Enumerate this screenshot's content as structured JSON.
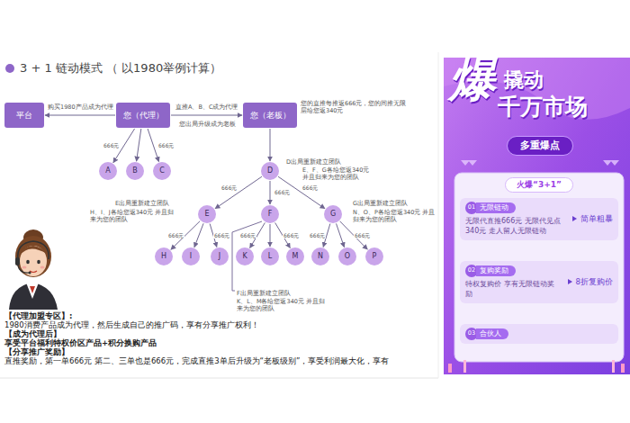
{
  "diagram": {
    "title": "3 + 1 链动模式 （ 以1980举例计算）",
    "nodes": [
      {
        "text": [
          "平台"
        ]
      },
      {
        "text": [
          "您（代理）"
        ]
      },
      {
        "text": [
          "您（老板）"
        ]
      },
      {
        "text": [
          "A"
        ]
      },
      {
        "text": [
          "B"
        ]
      },
      {
        "text": [
          "C"
        ]
      },
      {
        "text": [
          "D"
        ]
      },
      {
        "text": [
          "E"
        ]
      },
      {
        "text": [
          "F"
        ]
      },
      {
        "text": [
          "G"
        ]
      },
      {
        "text": [
          "H"
        ]
      },
      {
        "text": [
          "I"
        ]
      },
      {
        "text": [
          "J"
        ]
      },
      {
        "text": [
          "K"
        ]
      },
      {
        "text": [
          "L"
        ]
      },
      {
        "text": [
          "M"
        ]
      },
      {
        "text": [
          "N"
        ]
      },
      {
        "text": [
          "O"
        ]
      },
      {
        "text": [
          "P"
        ]
      },
      {
        "text": [
          "多重爆点"
        ]
      },
      {
        "text": [
          "火爆“3+1”"
        ]
      },
      {
        "text": [
          "01",
          "无限链动",
          "无限代直推666元 无限代见点340元 走人留人无限链动",
          "简单粗暴"
        ]
      },
      {
        "text": [
          "02",
          "复购奖励",
          "特权复购价 享有无限链动奖励",
          "8折复购价"
        ]
      },
      {
        "text": [
          "03",
          "合伙人"
        ]
      }
    ],
    "edges": [
      {
        "from": 1,
        "to": 0,
        "arrow": "to",
        "label": "购买1980产品成为代理"
      },
      {
        "from": 1,
        "to": 2,
        "arrow": "to",
        "label": "直推A、B、C成为代理"
      },
      {
        "from": 1,
        "to": 3,
        "arrow": "to",
        "label": "666元"
      },
      {
        "from": 1,
        "to": 4,
        "arrow": "to"
      },
      {
        "from": 1,
        "to": 5,
        "arrow": "to",
        "label": "666元"
      },
      {
        "from": 2,
        "to": 6,
        "arrow": "to"
      },
      {
        "from": 6,
        "to": 7,
        "arrow": "to",
        "label": "666元"
      },
      {
        "from": 6,
        "to": 8,
        "arrow": "to",
        "label": "666元"
      },
      {
        "from": 6,
        "to": 9,
        "arrow": "to",
        "label": "666元"
      },
      {
        "from": 7,
        "to": 10,
        "arrow": "to",
        "label": "666元"
      },
      {
        "from": 7,
        "to": 11,
        "arrow": "to"
      },
      {
        "from": 7,
        "to": 12,
        "arrow": "to",
        "label": "666元"
      },
      {
        "from": 8,
        "to": 13,
        "arrow": "to",
        "label": "666元"
      },
      {
        "from": 8,
        "to": 14,
        "arrow": "to"
      },
      {
        "from": 8,
        "to": 15,
        "arrow": "to",
        "label": "666元"
      },
      {
        "from": 9,
        "to": 16,
        "arrow": "to",
        "label": "666元"
      },
      {
        "from": 9,
        "to": 17,
        "arrow": "to"
      },
      {
        "from": 9,
        "to": 18,
        "arrow": "to",
        "label": "666元"
      }
    ],
    "labels": [
      "您出局升级成为老板",
      "您的直推每推返666元，您的间推无限层给您返340元",
      "D出局重新建立团队",
      "E、F、G各给您返340元 并且归来为您的团队",
      "E出局重新建立团队",
      "H、I、J各给您返340元 并且归来为您的团队",
      "G出局重新建立团队",
      "N、O、P各给您返340元 并且归来为您的团队",
      "F出局重新建立团队",
      "K、L、M各给您返340元 并且归来为您的团队",
      "【代理加盟专区】:",
      "1980消费产品成为代理，然后生成自己的推广码，享有分享推广权利！",
      "【成为代理后】",
      "享受平台福利特权价区产品+积分换购产品",
      "【分享推广奖励】",
      "直推奖励，第一单666元 第二、三单也是666元，完成直推3单后升级为“老板级别”，享受利润最大化，享有",
      "爆",
      "撬动",
      "千万市场"
    ]
  }
}
